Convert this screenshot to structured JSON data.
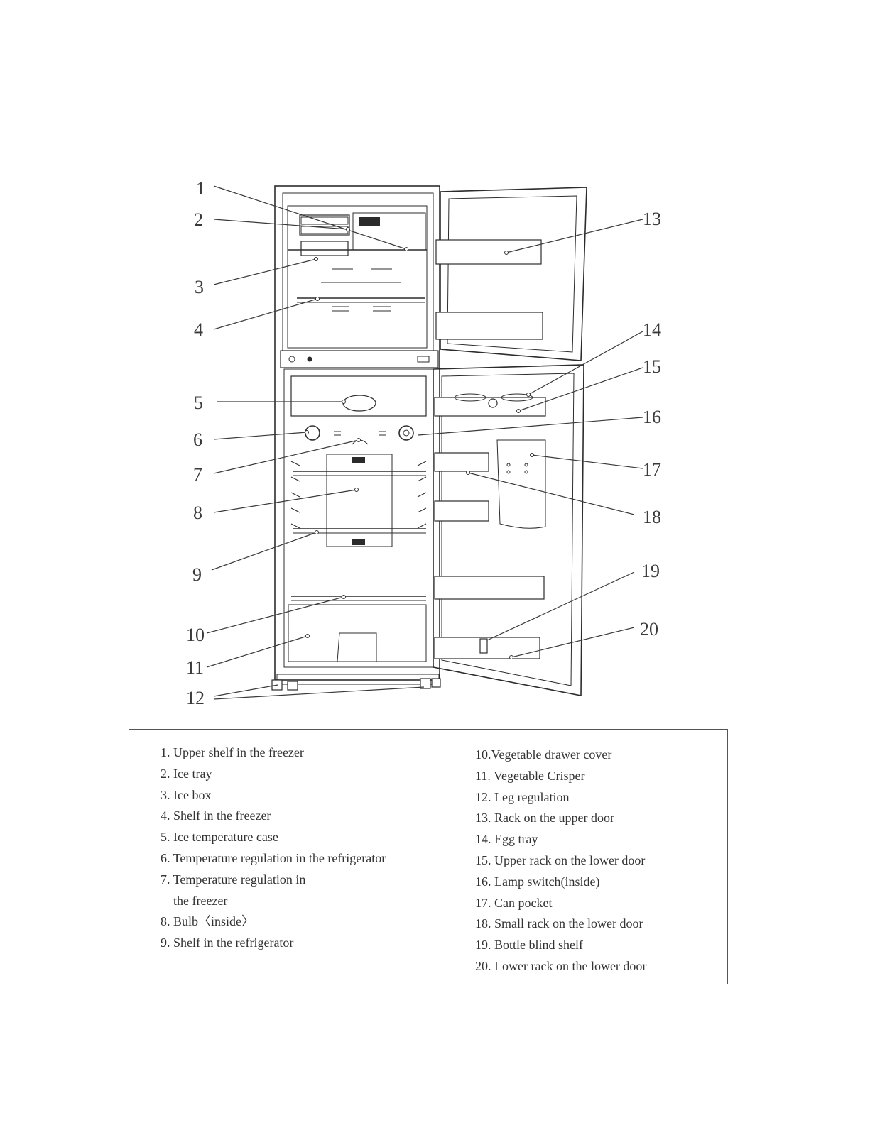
{
  "callouts": [
    "1",
    "2",
    "3",
    "4",
    "5",
    "6",
    "7",
    "8",
    "9",
    "10",
    "11",
    "12",
    "13",
    "14",
    "15",
    "16",
    "17",
    "18",
    "19",
    "20"
  ],
  "legend": {
    "left": [
      "1. Upper shelf in the freezer",
      "2. Ice tray",
      "3. Ice box",
      "4. Shelf in the freezer",
      "5. Ice temperature case",
      "6. Temperature regulation in the refrigerator",
      "7. Temperature regulation in",
      "the freezer",
      "8. Bulb〈inside〉",
      "9. Shelf in the refrigerator"
    ],
    "right": [
      "10.Vegetable drawer cover",
      "11. Vegetable Crisper",
      "12. Leg regulation",
      "13. Rack on the upper door",
      "14. Egg tray",
      "15. Upper rack on the lower door",
      "16. Lamp switch(inside)",
      "17. Can pocket",
      "18. Small rack on the lower door",
      "19. Bottle blind shelf",
      "20. Lower rack on the lower door"
    ]
  }
}
